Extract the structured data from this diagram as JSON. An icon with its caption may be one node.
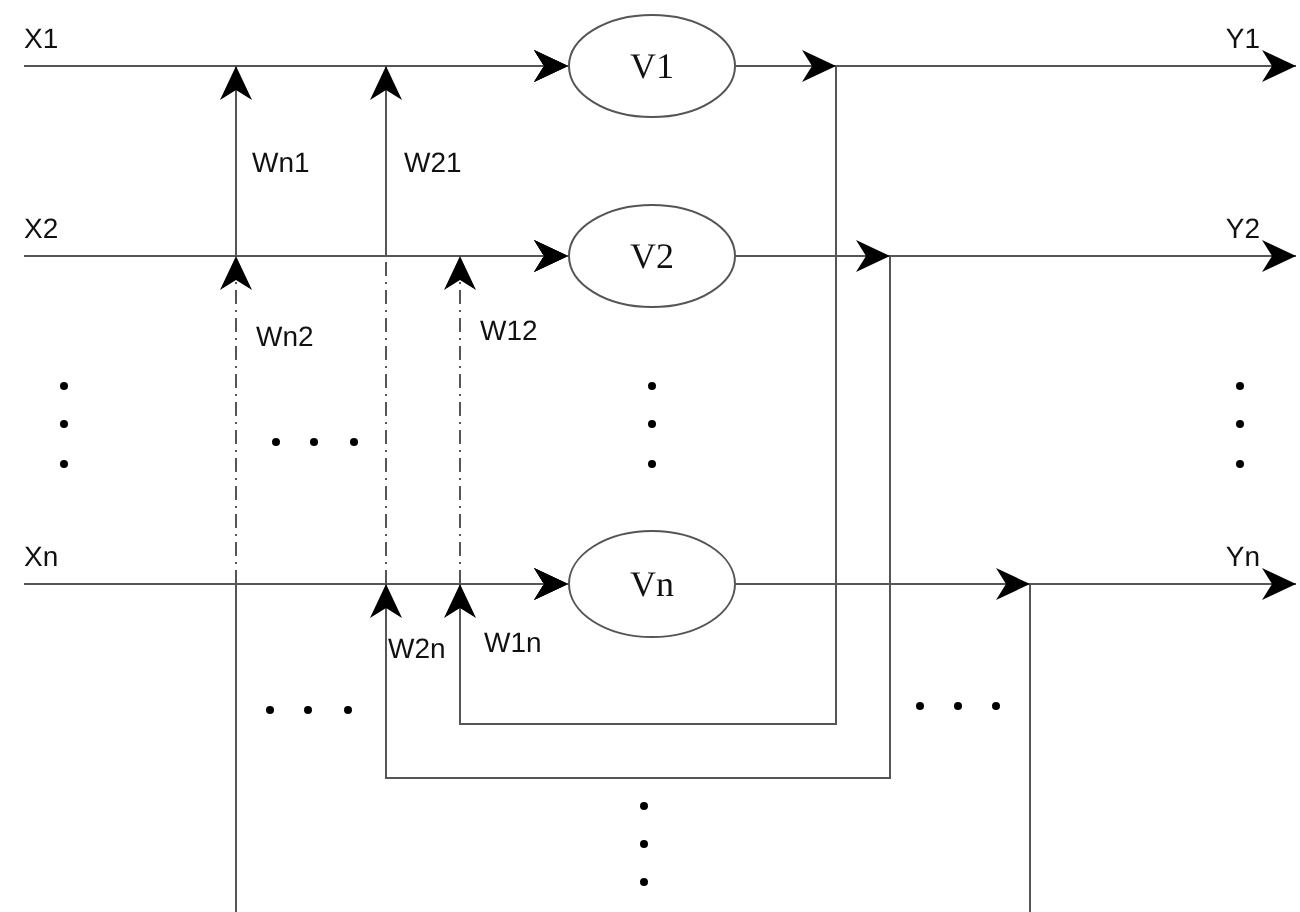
{
  "diagram": {
    "nodes": [
      {
        "text": [
          "X1"
        ]
      },
      {
        "text": [
          "V1"
        ]
      },
      {
        "text": [
          "Y1"
        ]
      },
      {
        "text": [
          "X2"
        ]
      },
      {
        "text": [
          "V2"
        ]
      },
      {
        "text": [
          "Y2"
        ]
      },
      {
        "text": [
          "Xn"
        ]
      },
      {
        "text": [
          "Vn"
        ]
      },
      {
        "text": [
          "Yn"
        ]
      }
    ],
    "edges": [
      {
        "from": 0,
        "to": 1,
        "arrow": "to"
      },
      {
        "from": 1,
        "to": 2,
        "arrow": "to"
      },
      {
        "from": 3,
        "to": 4,
        "arrow": "to"
      },
      {
        "from": 4,
        "to": 5,
        "arrow": "to"
      },
      {
        "from": 6,
        "to": 7,
        "arrow": "to"
      },
      {
        "from": 7,
        "to": 8,
        "arrow": "to"
      },
      {
        "from": 7,
        "to": 1,
        "arrow": "to",
        "label": "Wn1",
        "style": "dashed"
      },
      {
        "from": 4,
        "to": 1,
        "arrow": "to",
        "label": "W21",
        "style": "dashed"
      },
      {
        "from": 7,
        "to": 4,
        "arrow": "to",
        "label": "Wn2",
        "style": "dashed"
      },
      {
        "from": 1,
        "to": 4,
        "arrow": "to",
        "label": "W12",
        "style": "dashed"
      },
      {
        "from": 4,
        "to": 7,
        "arrow": "to",
        "label": "W2n"
      },
      {
        "from": 1,
        "to": 7,
        "arrow": "to",
        "label": "W1n"
      }
    ]
  }
}
